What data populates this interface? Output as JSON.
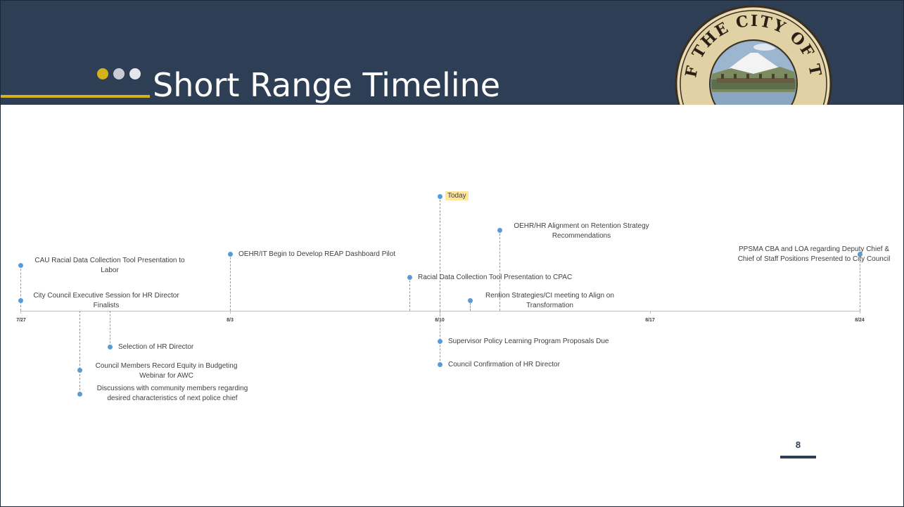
{
  "slide": {
    "title": "Short Range Timeline",
    "page_number": "8",
    "seal_text": "SEAL OF THE CITY OF TACOMA",
    "colors": {
      "header_bg": "#2e3e55",
      "accent_gold": "#d4b21c",
      "dot_1": "#d4b21c",
      "dot_2": "#c7ccd6",
      "dot_3": "#e4e7ec",
      "marker": "#5b9bd5",
      "today_highlight": "#ffe699"
    }
  },
  "timeline": {
    "axis_labels": [
      "7/27",
      "8/3",
      "8/10",
      "8/17",
      "8/24"
    ],
    "events": {
      "cau": "CAU Racial Data Collection Tool Presentation to\nLabor",
      "exec_session": "City Council Executive Session for HR Director\nFinalists",
      "reap": "OEHR/IT Begin to Develop REAP Dashboard Pilot",
      "today": "Today",
      "retention": "OEHR/HR Alignment on Retention Strategy\nRecommendations",
      "cpac": "Racial Data Collection Tool Presentation to CPAC",
      "rention": "Rention Strategies/CI meeting to Align on\nTransformation",
      "ppsma": "PPSMA CBA and LOA regarding Deputy Chief &\nChief of Staff Positions Presented to City Council",
      "selection": "Selection of HR Director",
      "equity": "Council Members Record Equity in Budgeting\nWebinar for AWC",
      "police": "Discussions with community members regarding\ndesired characteristics of next police chief",
      "supervisor": "Supervisor Policy Learning Program Proposals Due",
      "confirmation": "Council Confirmation of HR Director"
    }
  }
}
